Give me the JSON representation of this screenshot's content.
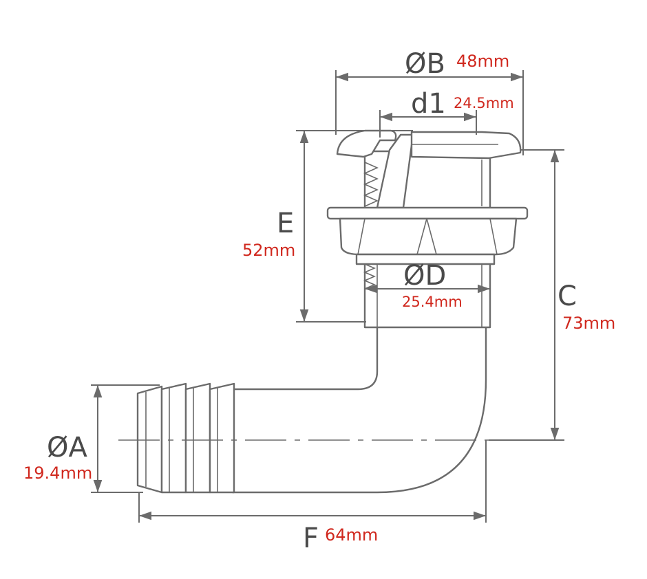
{
  "dimensions": {
    "B": {
      "label": "ØB",
      "value": "48mm"
    },
    "d1": {
      "label": "d1",
      "value": "24.5mm"
    },
    "E": {
      "label": "E",
      "value": "52mm"
    },
    "D": {
      "label": "ØD",
      "value": "25.4mm"
    },
    "C": {
      "label": "C",
      "value": "73mm"
    },
    "A": {
      "label": "ØA",
      "value": "19.4mm"
    },
    "F": {
      "label": "F",
      "value": "64mm"
    }
  },
  "colors": {
    "line": "#6b6b6b",
    "label": "#4a4a4a",
    "value": "#d0281e"
  }
}
